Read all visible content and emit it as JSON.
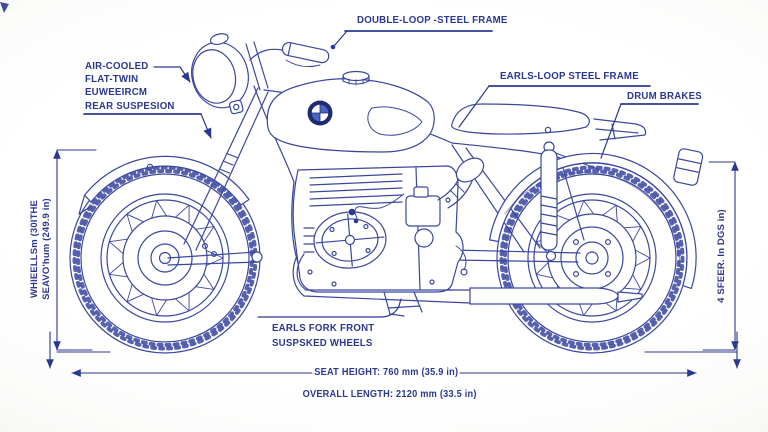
{
  "colors": {
    "background": "#fcfcfb",
    "line": "#3a47a0",
    "text": "#2b3890",
    "logo_navy": "#1e2b70",
    "logo_blue": "#4a63c6"
  },
  "annotations": {
    "double_loop": {
      "label": "DOUBLE-LOOP -STEEL FRAME"
    },
    "left_block": {
      "lines": [
        "AIR-COOLED",
        "FLAT-TWIN",
        "EUWEEIRCM",
        "REAR SUSPESION"
      ]
    },
    "earls_loop": {
      "label": "EARLS-LOOP STEEL FRAME"
    },
    "drum_brakes": {
      "label": "DRUM BRAKES"
    },
    "front_suspension": {
      "lines": [
        "EARLS FORK FRONT",
        "SUSPSKED WHEELS"
      ]
    },
    "left_dimension": {
      "lines": [
        "WHIEELLSm (30ITHE",
        "SEAVO'hum (249.9 in)"
      ]
    },
    "right_dimension": {
      "label": "4 SFEER. In DGS in)"
    },
    "seat_height": {
      "label": "SEAT HEIGHT: 760 mm (35.9 in)"
    },
    "overall_length": {
      "label": "OVERALL LENGTH: 2120 mm (33.5 in)"
    }
  },
  "logo": {
    "name": "BMW roundel"
  }
}
